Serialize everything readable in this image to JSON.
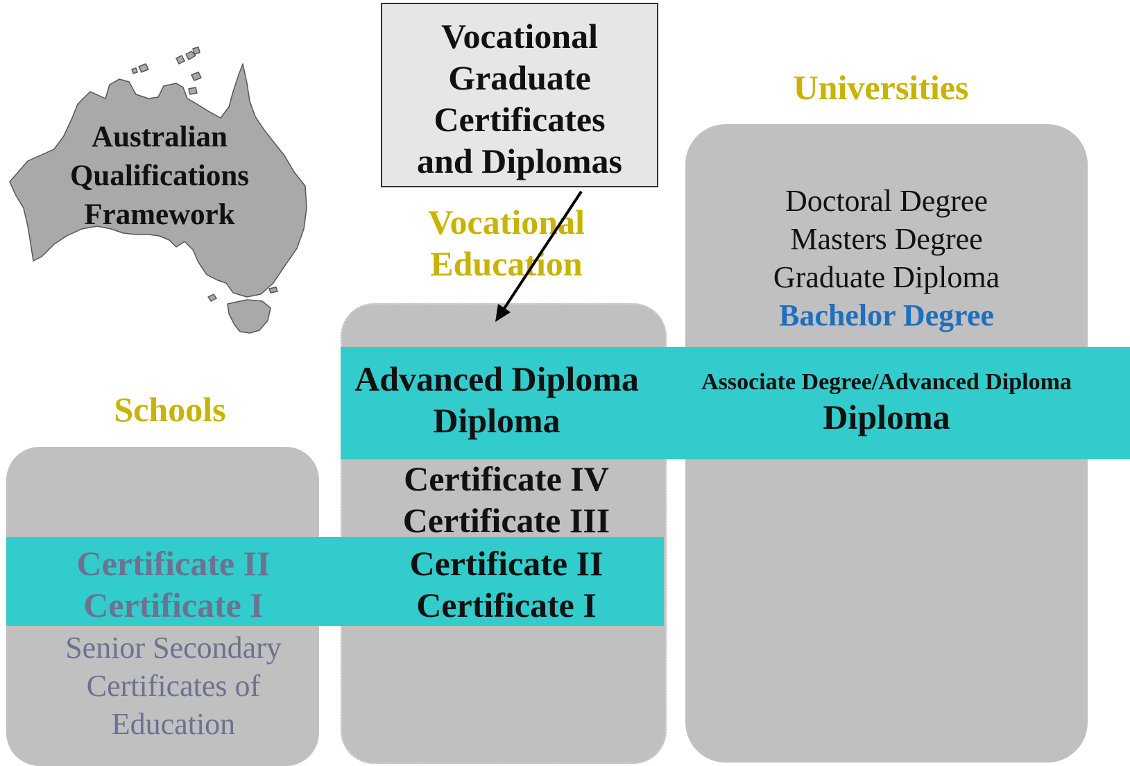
{
  "map_title": [
    "Australian",
    "Qualifications",
    "Framework"
  ],
  "vgcd_box": [
    "Vocational",
    "Graduate",
    "Certificates",
    "and Diplomas"
  ],
  "headings": {
    "universities": "Universities",
    "vocational": [
      "Vocational",
      "Education"
    ],
    "schools": "Schools"
  },
  "universities": {
    "items": [
      "Doctoral Degree",
      "Masters Degree",
      "Graduate Diploma"
    ],
    "bachelor": "Bachelor Degree",
    "band_line1": "Associate Degree/Advanced Diploma",
    "band_line2": "Diploma"
  },
  "vocational": {
    "band_top": [
      "Advanced Diploma",
      "Diploma"
    ],
    "middle": [
      "Certificate IV",
      "Certificate III"
    ],
    "band_bottom": [
      "Certificate II",
      "Certificate I"
    ]
  },
  "schools": {
    "band": [
      "Certificate II",
      "Certificate I"
    ],
    "senior": [
      "Senior Secondary",
      "Certificates of",
      "Education"
    ]
  },
  "colors": {
    "band": "#33cccc",
    "panel": "#c0c0c0",
    "heading": "#c8b400",
    "bachelor": "#1f6fbf",
    "school_text": "#6c7290"
  }
}
